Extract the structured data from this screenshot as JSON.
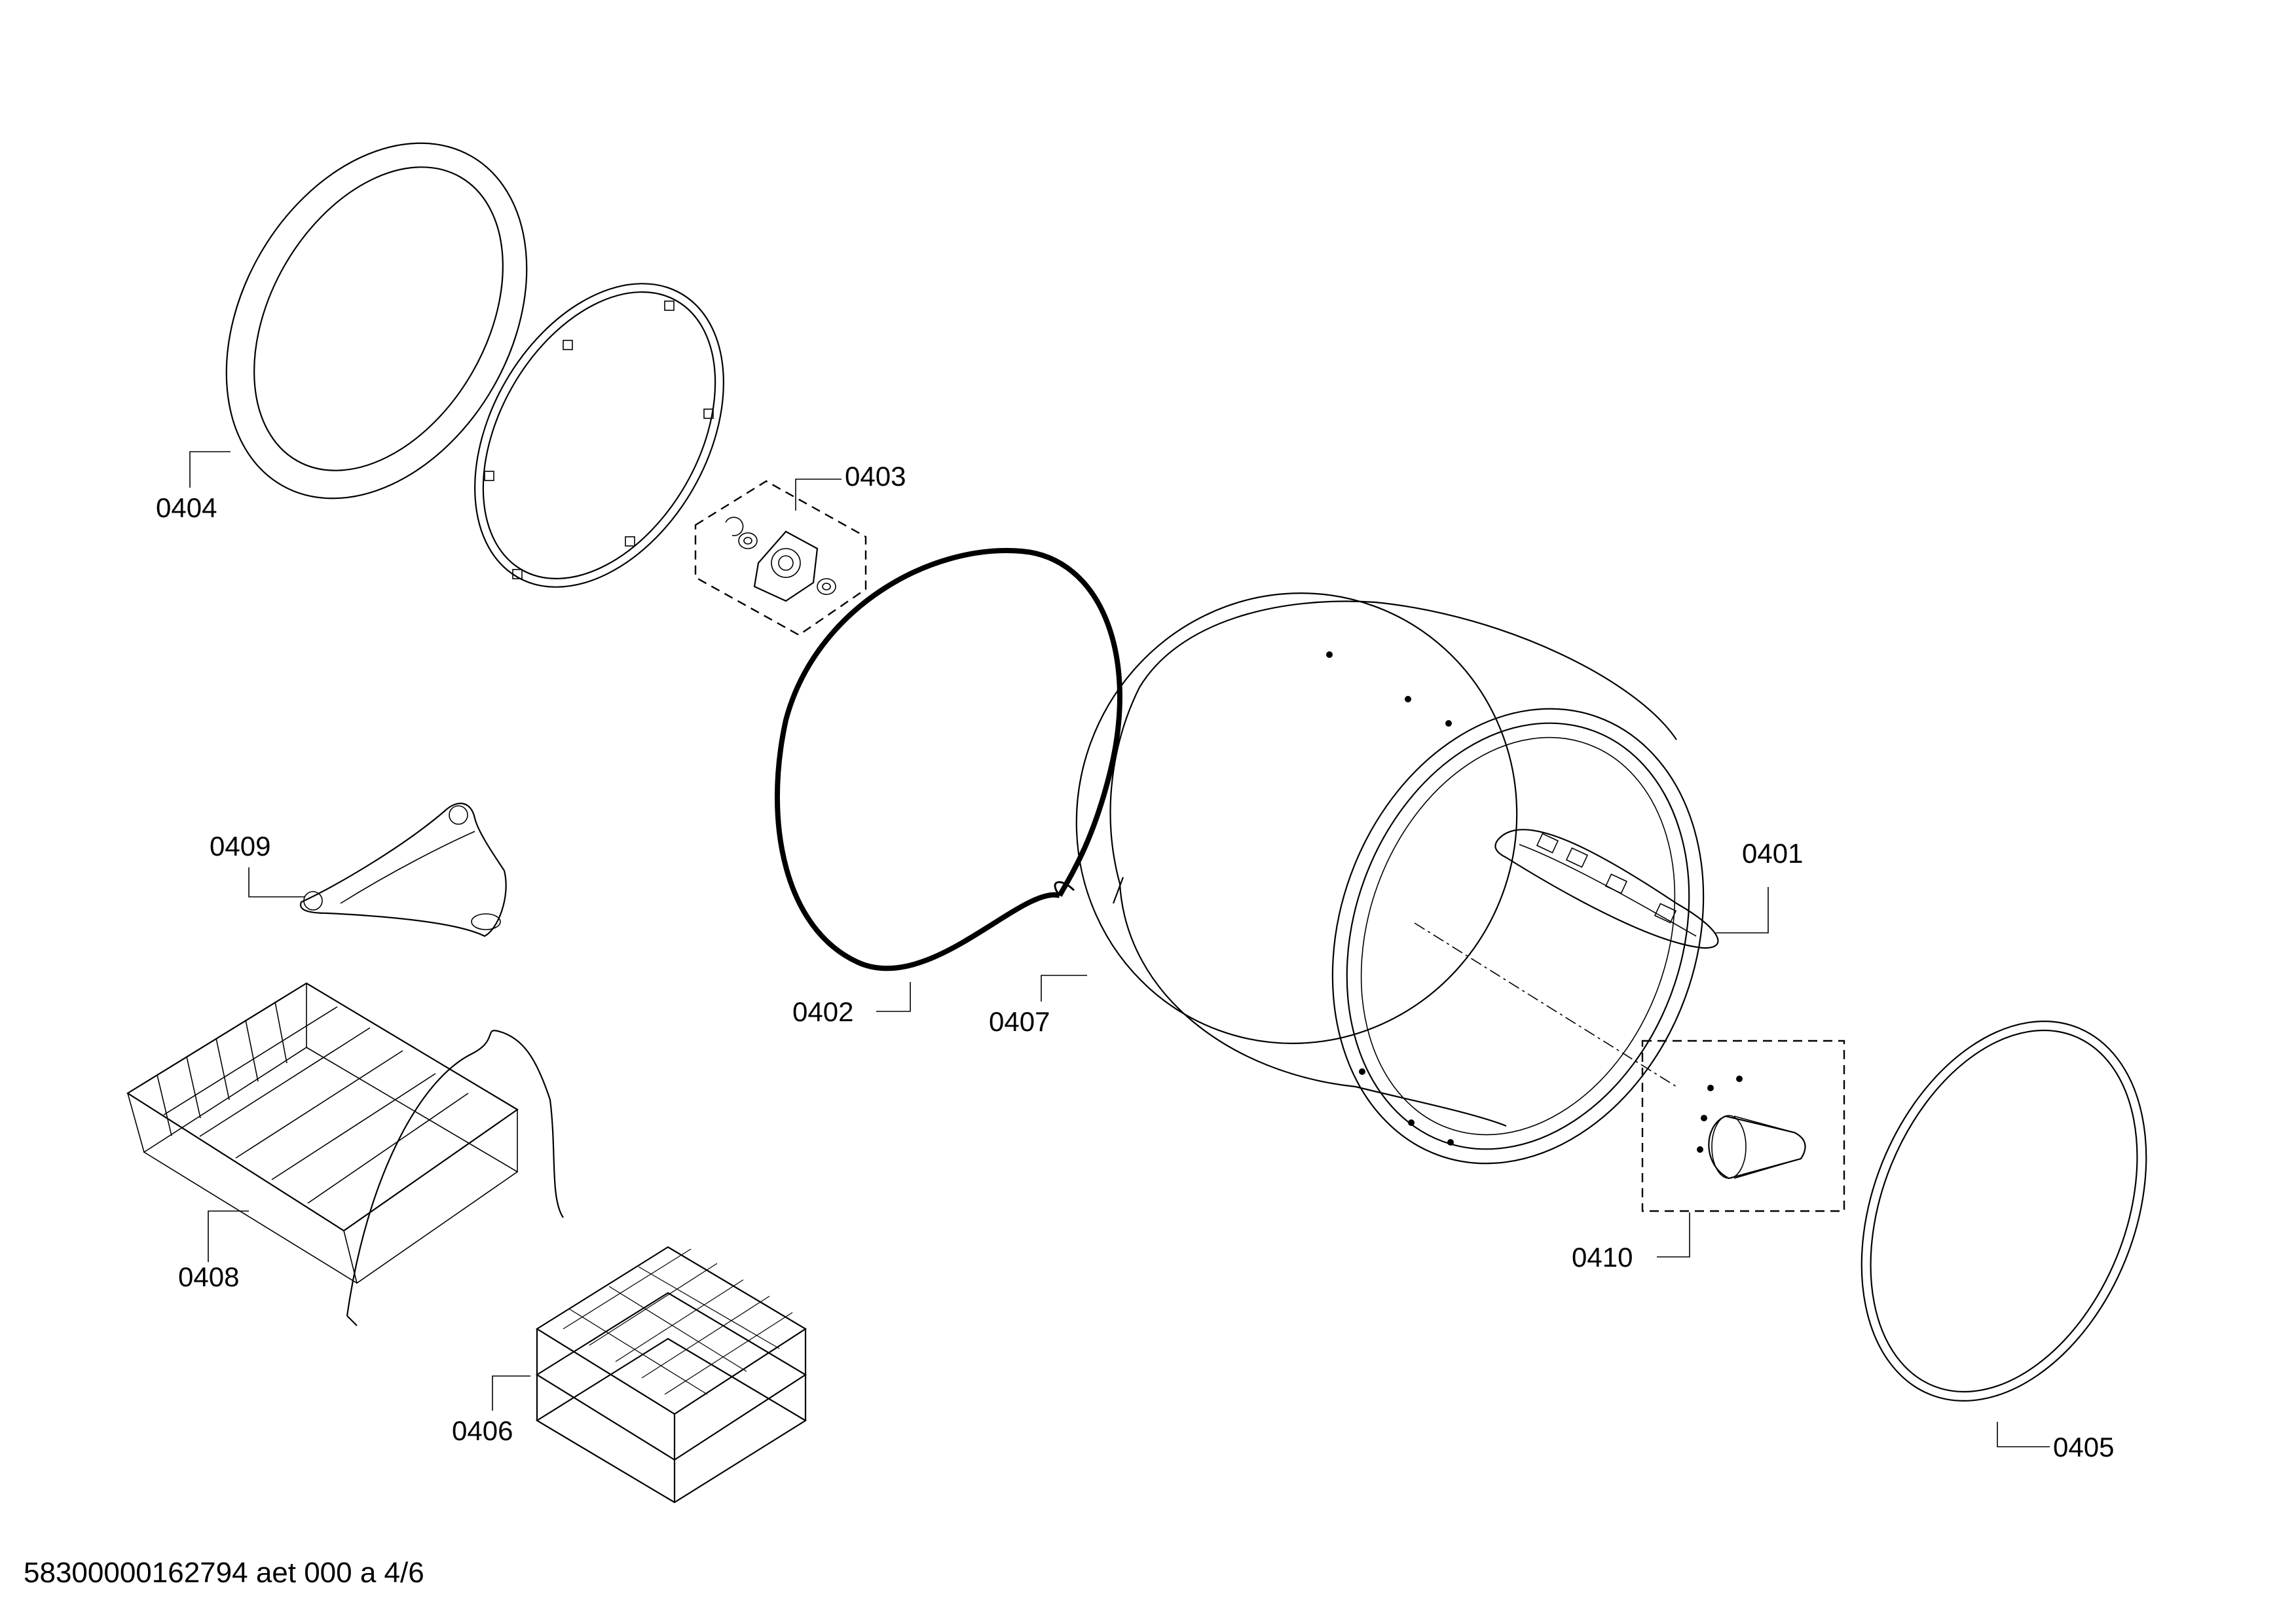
{
  "diagram": {
    "parts": [
      {
        "id": "0401",
        "label": "0401"
      },
      {
        "id": "0402",
        "label": "0402"
      },
      {
        "id": "0403",
        "label": "0403"
      },
      {
        "id": "0404",
        "label": "0404"
      },
      {
        "id": "0405",
        "label": "0405"
      },
      {
        "id": "0406",
        "label": "0406"
      },
      {
        "id": "0407",
        "label": "0407"
      },
      {
        "id": "0408",
        "label": "0408"
      },
      {
        "id": "0409",
        "label": "0409"
      },
      {
        "id": "0410",
        "label": "0410"
      }
    ],
    "footer": "58300000162794 aet 000 a 4/6"
  }
}
